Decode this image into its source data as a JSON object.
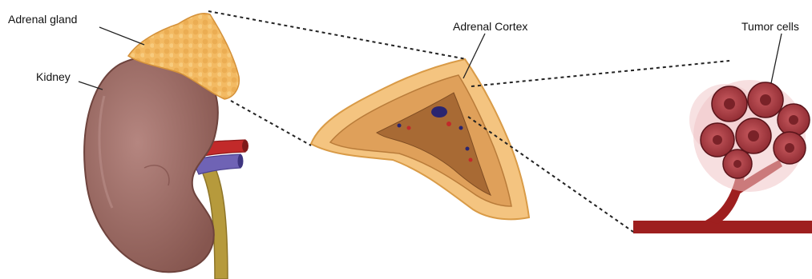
{
  "labels": {
    "adrenal_gland": "Adrenal gland",
    "kidney": "Kidney",
    "adrenal_cortex": "Adrenal Cortex",
    "tumor_cells": "Tumor cells"
  },
  "colors": {
    "kidney": "#9a6a64",
    "adrenal": "#f1b860",
    "cortex_outer": "#f4c480",
    "cortex_inner": "#dfa05a",
    "medulla": "#a86a34",
    "artery": "#c22a2a",
    "vein": "#6f63b5",
    "ureter": "#b69a3c",
    "tumor": "#a8353c",
    "tumor_halo": "#f0c4c6",
    "vessel": "#9e1f1f"
  }
}
